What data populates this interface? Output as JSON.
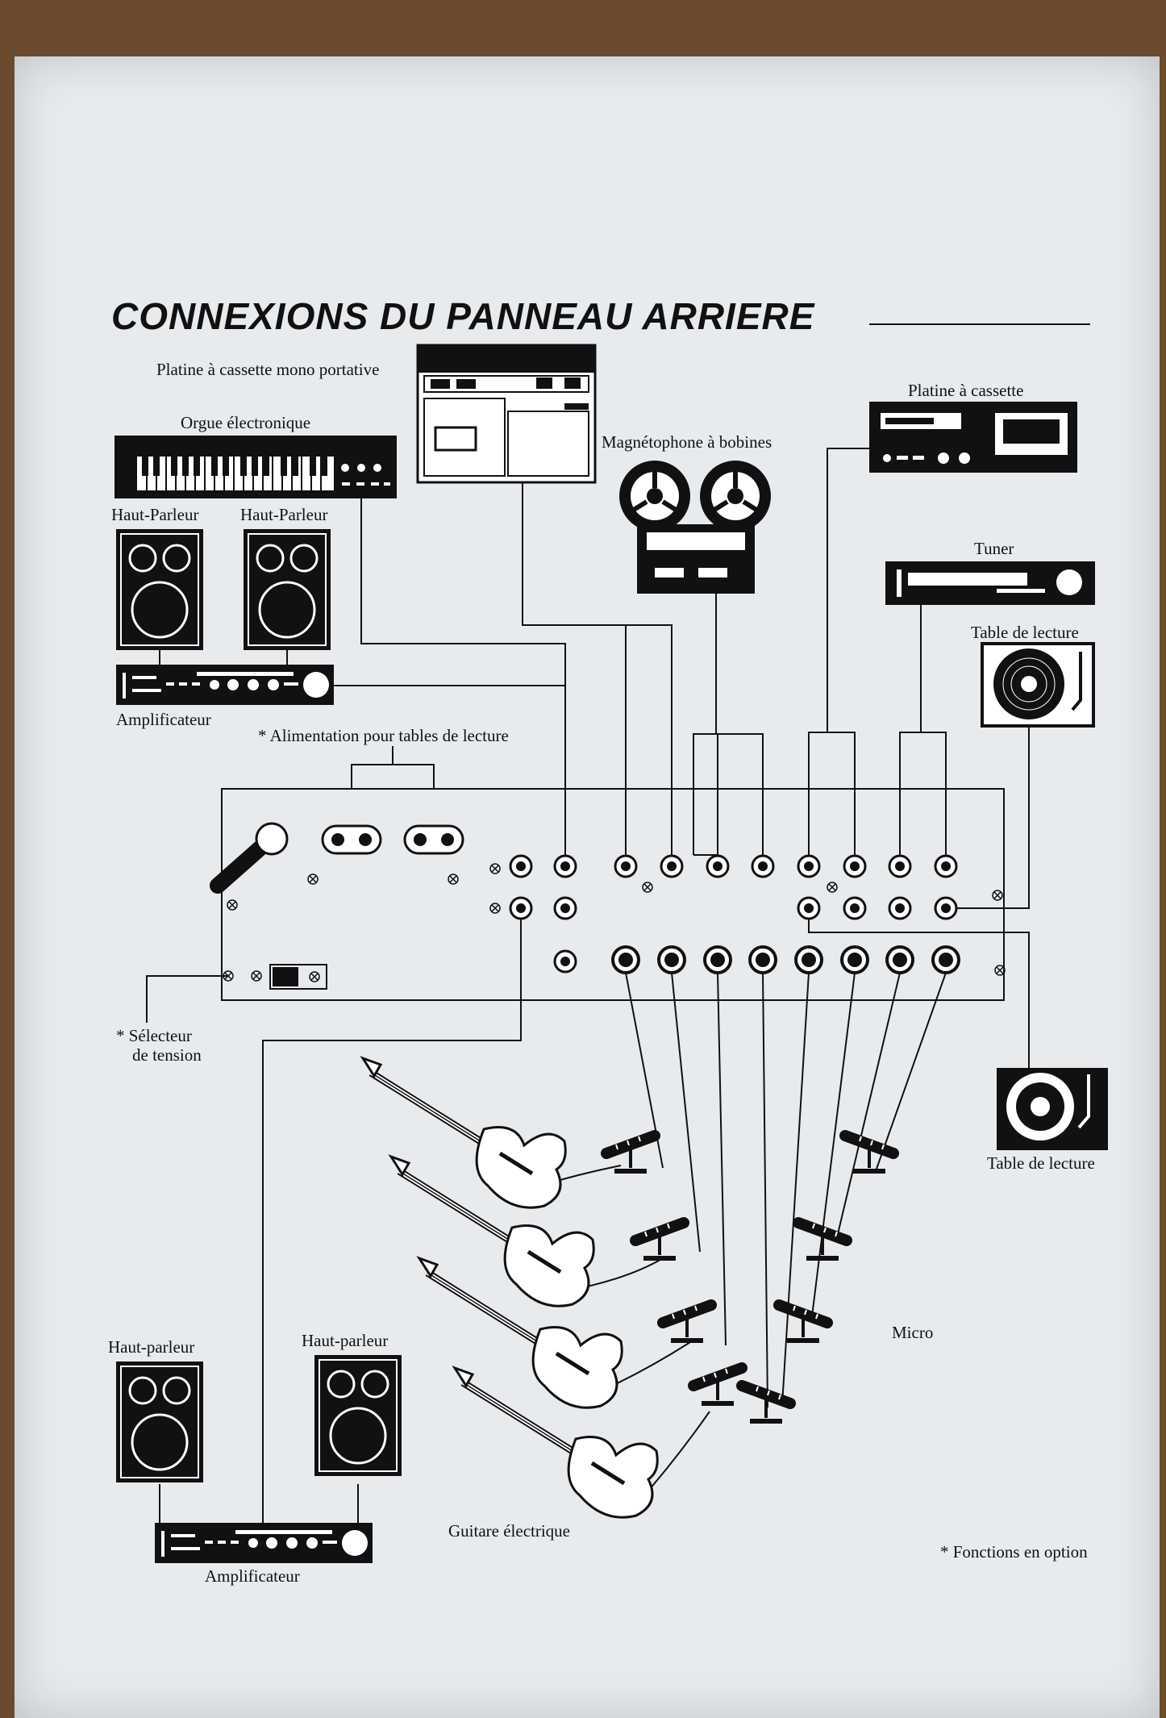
{
  "title": "CONNEXIONS DU PANNEAU ARRIERE",
  "labels": {
    "cassette_mono": "Platine à cassette mono portative",
    "orgue": "Orgue électronique",
    "hp1": "Haut-Parleur",
    "hp2": "Haut-Parleur",
    "ampli_top": "Amplificateur",
    "alimentation": "* Alimentation pour tables de lecture",
    "magneto": "Magnétophone à bobines",
    "cassette": "Platine à cassette",
    "tuner": "Tuner",
    "table_top": "Table de lecture",
    "table_bottom": "Table de lecture",
    "selecteur_1": "* Sélecteur",
    "selecteur_2": "de tension",
    "micro": "Micro",
    "hp3": "Haut-parleur",
    "hp4": "Haut-parleur",
    "guitare": "Guitare électrique",
    "ampli_bottom": "Amplificateur",
    "options": "* Fonctions en option"
  }
}
